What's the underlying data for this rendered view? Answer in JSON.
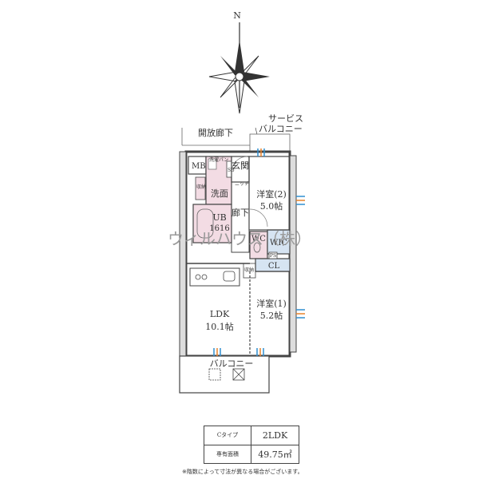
{
  "compass": {
    "north": "N"
  },
  "labels": {
    "corridor": "開放廊下",
    "service_balcony_1": "サービス",
    "service_balcony_2": "バルコニー",
    "mb": "MB",
    "sb": "SB",
    "entrance": "玄関",
    "washroom": "洗面",
    "storage_left": "収納",
    "storage_right": "収納",
    "hallway": "廊下",
    "ub": "UB",
    "ub_size": "1616",
    "wc": "WC",
    "wic": "WIC",
    "cl": "CL",
    "ps": "PS",
    "bedroom2": "洋室(2)",
    "bedroom2_size": "5.0帖",
    "bedroom1": "洋室(1)",
    "bedroom1_size": "5.2帖",
    "ldk": "LDK",
    "ldk_size": "10.1帖",
    "balcony": "バルコニー",
    "washer": "洗濯パン",
    "niche": "ニッチ"
  },
  "watermark": "ウィルハウス（株）",
  "info": {
    "type_label": "Cタイプ",
    "layout": "2LDK",
    "area_label": "専有面積",
    "area_value": "49.75㎡"
  },
  "note": "※階数によって寸法が異なる場合がございます。",
  "colors": {
    "wet_area": "#f3dce4",
    "closet": "#d6e4f2",
    "wall": "#444444",
    "accent_blue": "#2f8fd1",
    "accent_orange": "#e8822a"
  }
}
